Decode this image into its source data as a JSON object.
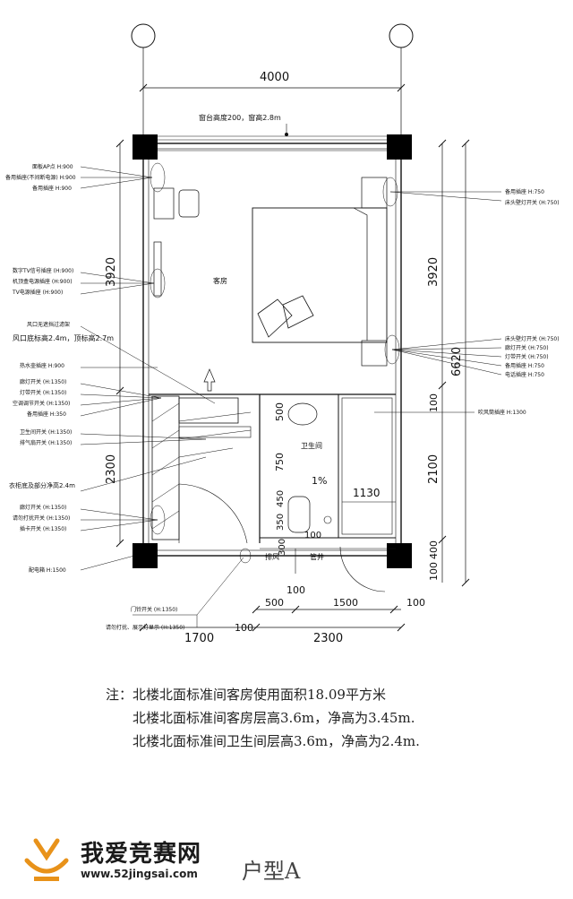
{
  "dims": {
    "top_total": "4000",
    "left_upper": "3920",
    "left_lower": "2300",
    "right_upper": "3920",
    "right_total": "6620",
    "right_mid_a": "100",
    "right_mid_b": "2100",
    "right_low_a": "400",
    "right_low_b": "100",
    "bottom_left": "1700",
    "bottom_mid": "100",
    "bottom_right": "2300",
    "bottom_sub_a": "500",
    "bottom_sub_b": "1500",
    "bottom_sub_c": "100",
    "bottom_sub_d": "100",
    "bath_1130": "1130",
    "bath_750": "750",
    "bath_500": "500",
    "bath_350": "350",
    "bath_450": "450",
    "bath_300": "300",
    "bath_100": "100",
    "slope": "1%"
  },
  "window_note": "窗台高度200，窗高2.8m",
  "rooms": {
    "guest": "客房",
    "bath": "卫生间",
    "exhaust": "排风",
    "shaft": "管井"
  },
  "left_labels": [
    "面板AP点 H:900",
    "备用插座(不间断电源) H:900",
    "备用插座 H:900",
    "数字TV信号插座 (H:900)",
    "机顶盒电源插座 (H:900)",
    "TV电源插座 (H:900)",
    "风口无遮挡过滤架",
    "风口底标高2.4m，顶标高2.7m",
    "热水壶插座 H:900",
    "廊灯开关 (H:1350)",
    "灯带开关 (H:1350)",
    "空调调节开关 (H:1350)",
    "备用插座 H:350",
    "卫生间开关 (H:1350)",
    "排气扇开关 (H:1350)",
    "衣柜底及部分净高2.4m",
    "廊灯开关 (H:1350)",
    "请勿打扰开关 (H:1350)",
    "插卡开关 (H:1350)",
    "配电箱 H:1500"
  ],
  "right_labels": [
    "备用插座 H:750",
    "床头壁灯开关 (H:750)",
    "床头壁灯开关 (H:750)",
    "廊灯开关 (H:750)",
    "灯带开关 (H:750)",
    "备用插座 H:750",
    "电话插座 H:750",
    "吹风筒插座 H:1300"
  ],
  "bottom_labels": [
    "门铃开关 (H:1350)",
    "请勿打扰、展示灯显示 (H:1350)"
  ],
  "notes": [
    "注：北楼北面标准间客房使用面积18.09平方米",
    "北楼北面标准间客房层高3.6m，净高为3.45m.",
    "北楼北面标准间卫生间层高3.6m，净高为2.4m."
  ],
  "brand": {
    "name": "我爱竞赛网",
    "url": "www.52jingsai.com",
    "type_label": "户型A"
  },
  "colors": {
    "line": "#111111",
    "logo_orange": "#e8921a",
    "text": "#222222"
  }
}
